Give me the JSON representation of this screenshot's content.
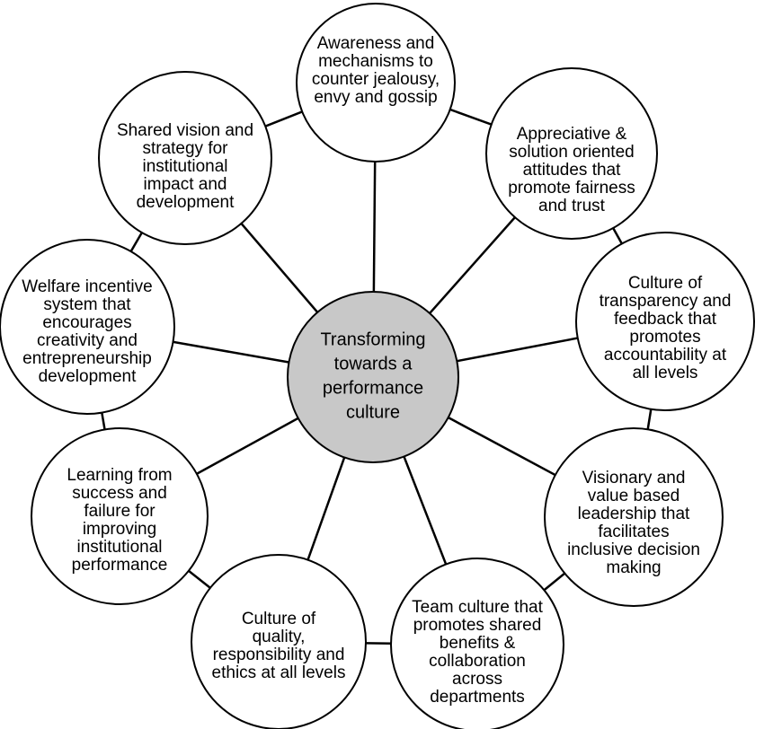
{
  "diagram": {
    "center": {
      "lines": [
        "Transforming",
        "towards a",
        "performance",
        "culture"
      ],
      "fill": "#c8c8c8"
    },
    "nodes": [
      {
        "id": "awareness",
        "lines": [
          "Awareness and",
          "mechanisms to",
          "counter jealousy,",
          "envy and gossip"
        ]
      },
      {
        "id": "appreciative",
        "lines": [
          "Appreciative &",
          "solution oriented",
          "attitudes that",
          "promote fairness",
          "and trust"
        ]
      },
      {
        "id": "transparency",
        "lines": [
          "Culture of",
          "transparency and",
          "feedback that",
          "promotes",
          "accountability at",
          "all levels"
        ]
      },
      {
        "id": "visionary",
        "lines": [
          "Visionary and",
          "value based",
          "leadership that",
          "facilitates",
          "inclusive decision",
          "making"
        ]
      },
      {
        "id": "team-culture",
        "lines": [
          "Team culture that",
          "promotes shared",
          "benefits &",
          "collaboration",
          "across",
          "departments"
        ]
      },
      {
        "id": "quality",
        "lines": [
          "Culture of",
          "quality,",
          "responsibility and",
          "ethics at all levels"
        ]
      },
      {
        "id": "learning",
        "lines": [
          "Learning from",
          "success and",
          "failure for",
          "improving",
          "institutional",
          "performance"
        ]
      },
      {
        "id": "welfare",
        "lines": [
          "Welfare incentive",
          "system that",
          "encourages",
          "creativity and",
          "entrepreneurship",
          "development"
        ]
      },
      {
        "id": "shared-vision",
        "lines": [
          "Shared vision and",
          "strategy for",
          "institutional",
          "impact and",
          "development"
        ]
      }
    ],
    "colors": {
      "stroke": "#000000",
      "node_fill": "#ffffff"
    }
  }
}
